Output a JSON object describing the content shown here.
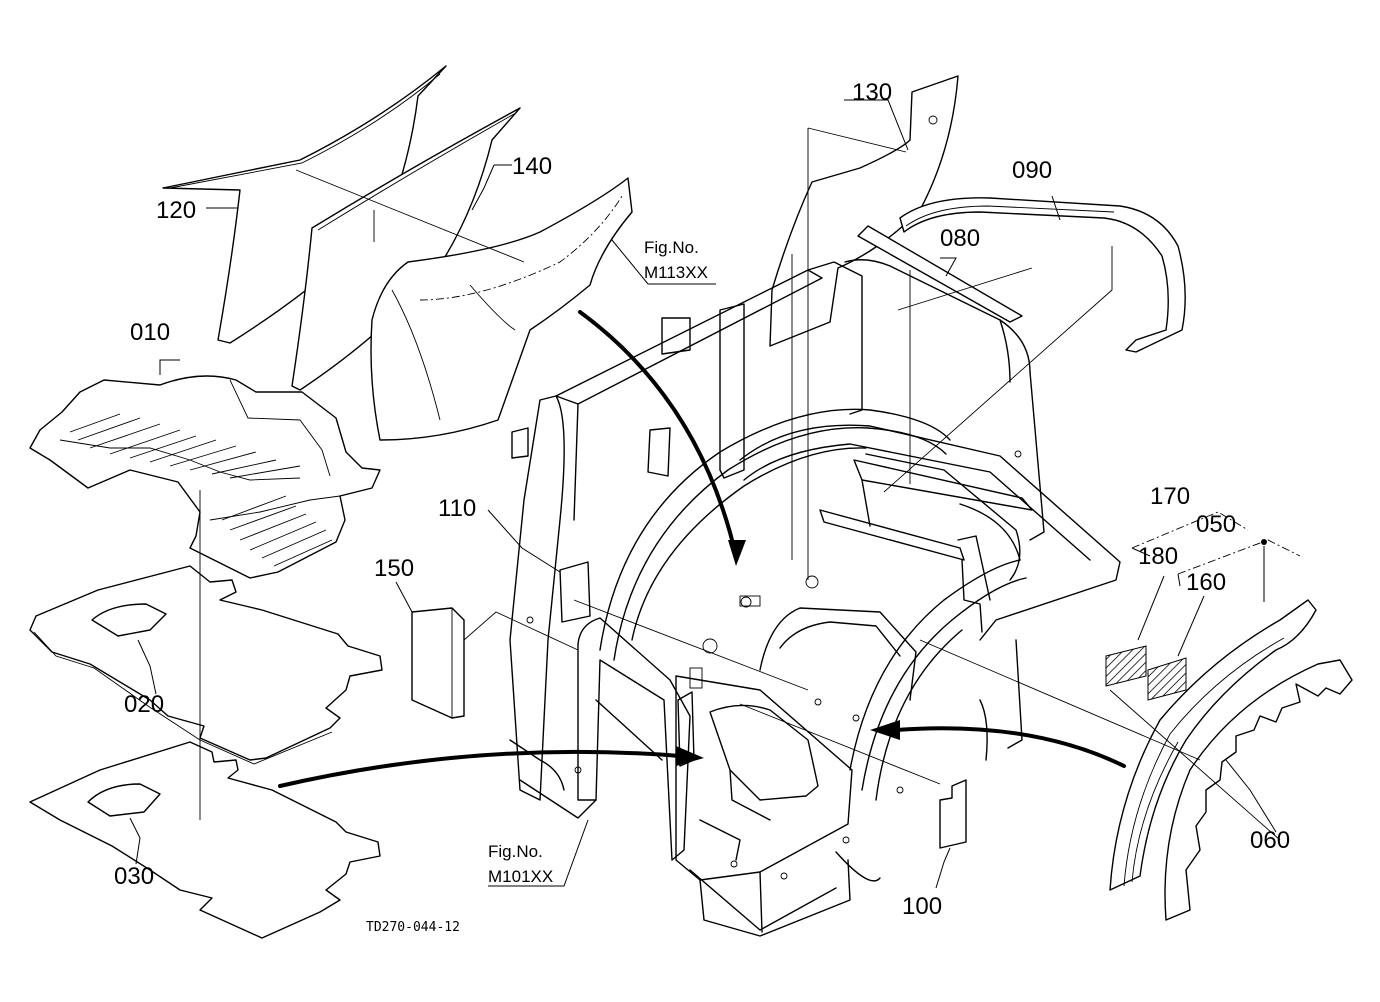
{
  "parts": [
    {
      "id": "010",
      "label": "010"
    },
    {
      "id": "020",
      "label": "020"
    },
    {
      "id": "030",
      "label": "030"
    },
    {
      "id": "050",
      "label": "050"
    },
    {
      "id": "060",
      "label": "060"
    },
    {
      "id": "080",
      "label": "080"
    },
    {
      "id": "090",
      "label": "090"
    },
    {
      "id": "100",
      "label": "100"
    },
    {
      "id": "110",
      "label": "110"
    },
    {
      "id": "120",
      "label": "120"
    },
    {
      "id": "130",
      "label": "130"
    },
    {
      "id": "140",
      "label": "140"
    },
    {
      "id": "150",
      "label": "150"
    },
    {
      "id": "160",
      "label": "160"
    },
    {
      "id": "170",
      "label": "170"
    },
    {
      "id": "180",
      "label": "180"
    }
  ],
  "figure_refs": [
    {
      "label": "Fig.No.",
      "number": "M113XX"
    },
    {
      "label": "Fig.No.",
      "number": "M101XX"
    }
  ],
  "drawing_code": "TD270-044-12"
}
